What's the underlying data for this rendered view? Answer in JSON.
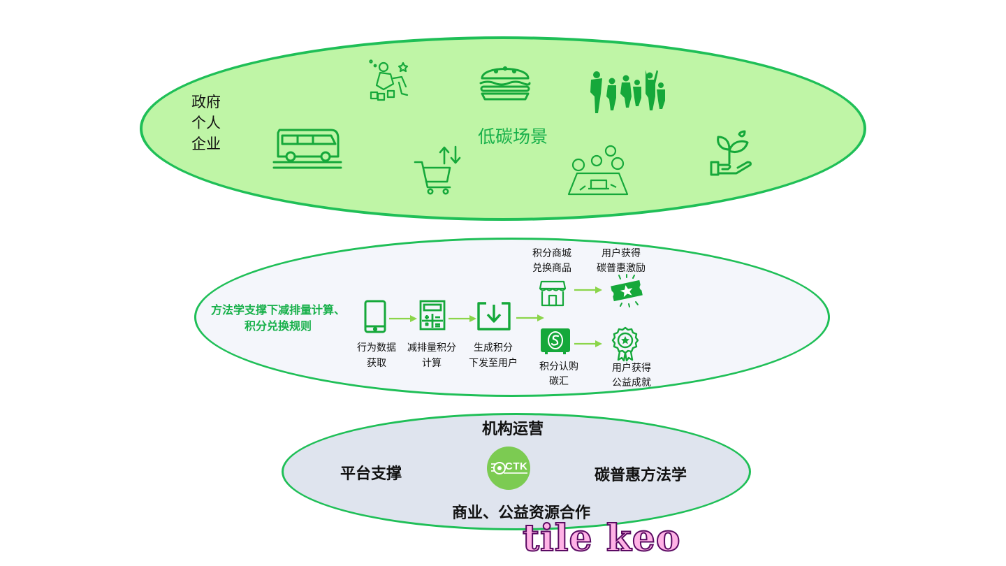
{
  "colors": {
    "accent": "#1fbf57",
    "icon_green": "#15a83a",
    "arrow_green": "#8bd54a"
  },
  "top_ellipse": {
    "actors": [
      "政府",
      "个人",
      "企业"
    ],
    "center_label": "低碳场景",
    "icons": [
      "kids-playing-icon",
      "burger-icon",
      "group-jumping-icon",
      "bus-icon",
      "shopping-cart-icon",
      "meeting-table-icon",
      "plant-in-hand-icon"
    ]
  },
  "middle_ellipse": {
    "rule_text": "方法学支撑下减排量计算、积分兑换规则",
    "rule_lines": [
      "方法学支撑下减排量计算、",
      "积分兑换规则"
    ],
    "steps": [
      {
        "label_lines": [
          "行为数据",
          "获取"
        ],
        "icon": "smartphone-icon"
      },
      {
        "label_lines": [
          "减排量积分",
          "计算"
        ],
        "icon": "calculator-icon"
      },
      {
        "label_lines": [
          "生成积分",
          "下发至用户"
        ],
        "icon": "download-box-icon"
      }
    ],
    "branches": [
      {
        "label_lines": [
          "积分商城",
          "兑换商品"
        ],
        "icon": "store-icon",
        "result_lines": [
          "用户获得",
          "碳普惠激励"
        ],
        "result_icon": "ticket-star-icon"
      },
      {
        "label_lines": [
          "积分认购",
          "碳汇"
        ],
        "icon": "carbon-sink-icon",
        "result_lines": [
          "用户获得",
          "公益成就"
        ],
        "result_icon": "award-badge-icon"
      }
    ]
  },
  "bottom_ellipse": {
    "top_label": "机构运营",
    "left_label": "平台支撑",
    "right_label": "碳普惠方法学",
    "bottom_label": "商业、公益资源合作",
    "logo_text": "CTK"
  },
  "watermark": "tile keo"
}
